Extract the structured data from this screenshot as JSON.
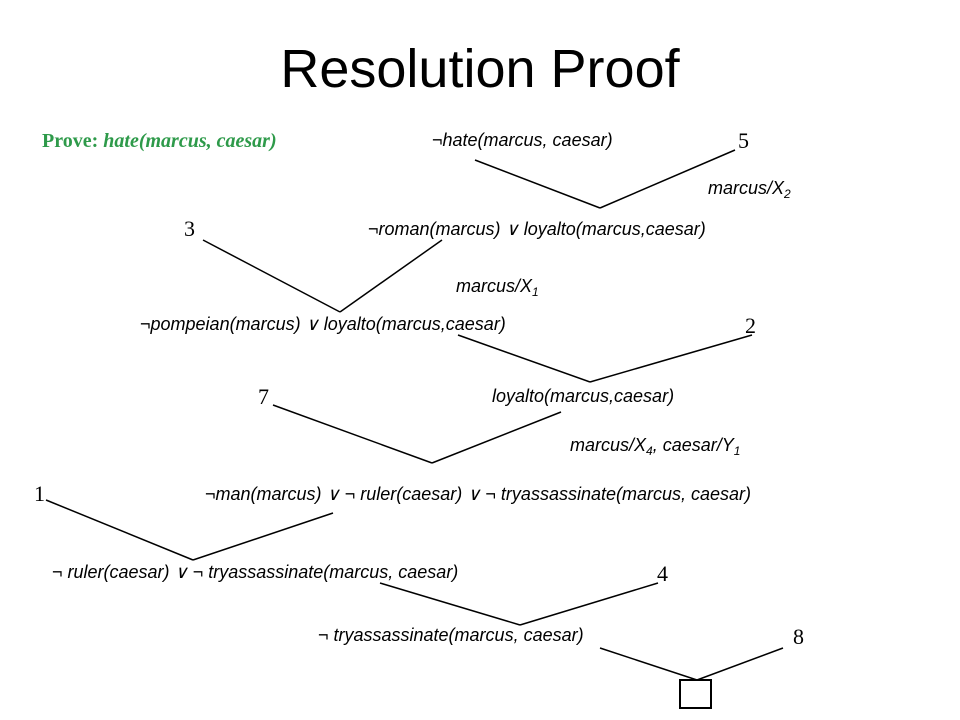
{
  "title": "Resolution Proof",
  "prove": {
    "label": "Prove:",
    "goal": "hate(marcus, caesar)"
  },
  "accent_color": "#2e9a4a",
  "neg": "¬",
  "or": "∨",
  "clauses": {
    "c1": "hate(marcus, caesar)",
    "c2": "roman(marcus) ∨ loyalto(marcus,caesar)",
    "c3": "pompeian(marcus) ∨ loyalto(marcus,caesar)",
    "c4": "loyalto(marcus,caesar)",
    "c5": "man(marcus) ∨ ¬ ruler(caesar) ∨ ¬ tryassassinate(marcus, caesar)",
    "c6": "¬ ruler(caesar) ∨ ¬ tryassassinate(marcus, caesar)",
    "c7": "¬ tryassassinate(marcus, caesar)"
  },
  "axiom_numbers": {
    "n5": "5",
    "n3": "3",
    "n2": "2",
    "n7": "7",
    "n1": "1",
    "n4": "4",
    "n8": "8"
  },
  "substitutions": {
    "s1": {
      "var": "marcus/X",
      "sub": "2"
    },
    "s2": {
      "var": "marcus/X",
      "sub": "1"
    },
    "s3": {
      "pre": "marcus/X",
      "sub1": "4",
      "mid": ", caesar/Y",
      "sub2": "1"
    }
  },
  "empty_clause": "□"
}
